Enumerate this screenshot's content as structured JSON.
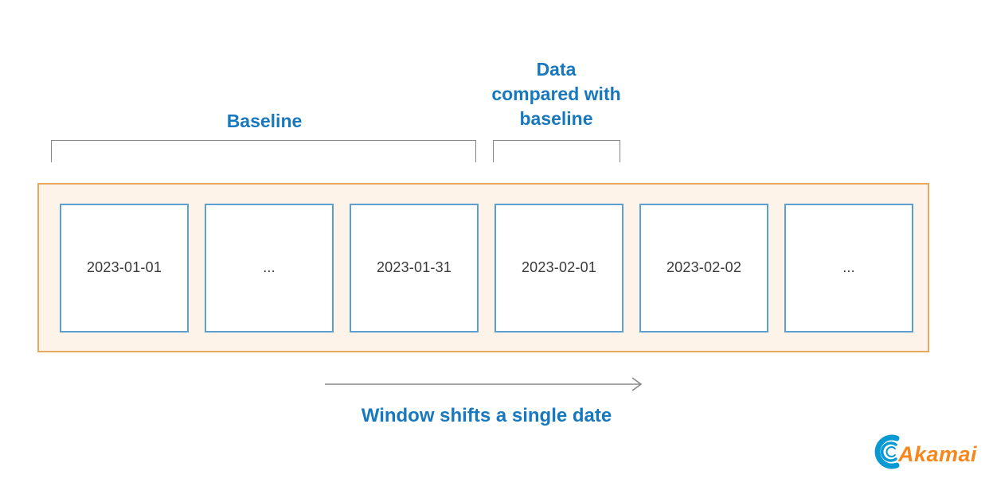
{
  "labels": {
    "baseline": "Baseline",
    "compared_full": "Data compared with baseline",
    "compared_lines": [
      "Data",
      "compared with",
      "baseline"
    ],
    "window_shift": "Window shifts a single date"
  },
  "timeline": {
    "boxes": [
      {
        "label": "2023-01-01"
      },
      {
        "label": "..."
      },
      {
        "label": "2023-01-31"
      },
      {
        "label": "2023-02-01"
      },
      {
        "label": "2023-02-02"
      },
      {
        "label": "..."
      }
    ]
  },
  "logo": {
    "text": "Akamai"
  },
  "colors": {
    "heading_blue": "#1878BE",
    "box_border_blue": "#5B9FD0",
    "container_border_orange": "#E9A860",
    "container_bg_cream": "#FDF3E8",
    "bracket_gray": "#858585",
    "arrow_gray": "#8A8A8A",
    "date_text": "#3A3A3A",
    "logo_orange": "#F5871E",
    "logo_blue": "#0899D3"
  }
}
